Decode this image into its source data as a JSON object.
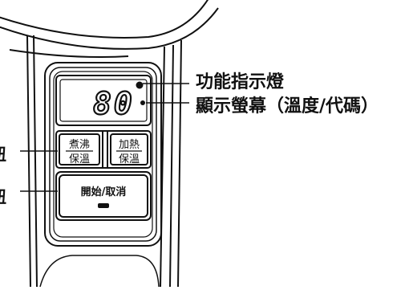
{
  "callouts": {
    "indicator_light": "功能指示燈",
    "display_screen": "顯示螢幕（溫度/代碼）",
    "left_cut_1": "扭",
    "left_cut_2": "扭"
  },
  "display": {
    "digits": "80"
  },
  "buttons": {
    "boil_keep_warm": {
      "line1": "煮沸",
      "line2": "保溫"
    },
    "heat_keep_warm": {
      "line1": "加熱",
      "line2": "保溫"
    },
    "start_cancel": "開始/取消"
  }
}
